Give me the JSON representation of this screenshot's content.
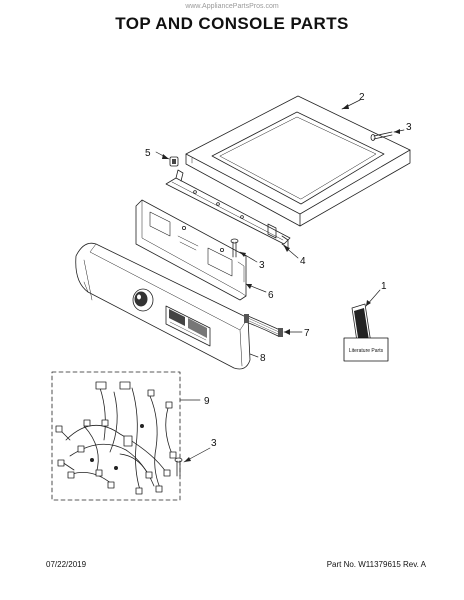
{
  "watermark": "www.AppliancePartsPros.com",
  "title": "TOP AND CONSOLE PARTS",
  "callouts": {
    "c1": "1",
    "c2": "2",
    "c3a": "3",
    "c3b": "3",
    "c3c": "3",
    "c4": "4",
    "c5": "5",
    "c6": "6",
    "c7": "7",
    "c8": "8",
    "c9": "9"
  },
  "literature_label": "Literature Parts",
  "footer": {
    "date": "07/22/2019",
    "part_info": "Part No. W11379615  Rev. A"
  }
}
